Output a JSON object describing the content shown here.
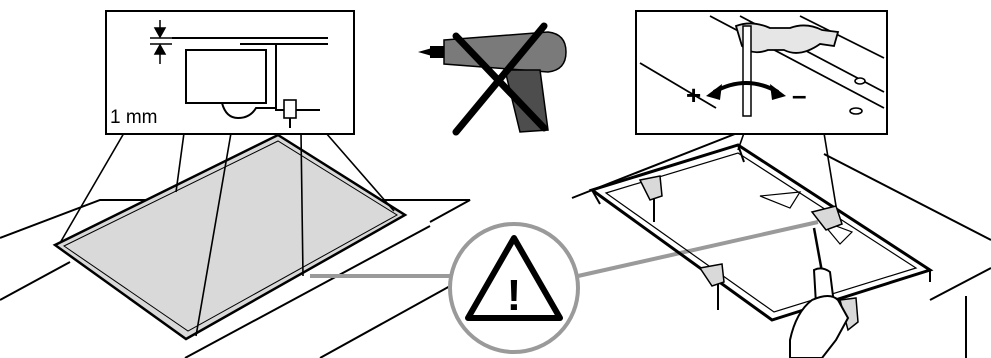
{
  "left_panel": {
    "detail_callout": {
      "gap_label": "1 mm"
    }
  },
  "middle_panel": {
    "prohibited_tool": "cordless-drill",
    "prohibition_mark": "X"
  },
  "right_panel": {
    "detail_callout": {
      "plus_label": "+",
      "minus_label": "–"
    }
  },
  "warning_sign": {
    "symbol": "!"
  },
  "colors": {
    "line": "#000000",
    "surface": "#d9d9d9",
    "warning_connector": "#9a9a9a",
    "drill_body": "#7a7a7a",
    "drill_grip": "#4d4d4d"
  }
}
